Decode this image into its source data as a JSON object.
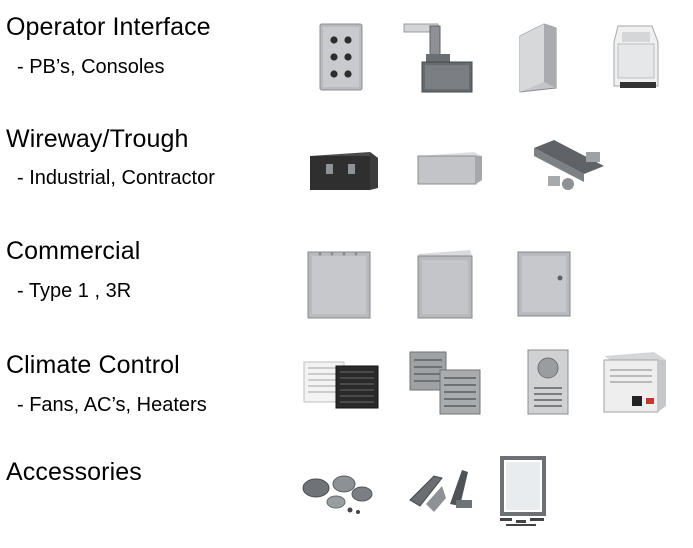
{
  "categories": [
    {
      "title": "Operator Interface",
      "subtitle": "- PB’s, Consoles"
    },
    {
      "title": "Wireway/Trough",
      "subtitle": "- Industrial, Contractor"
    },
    {
      "title": "Commercial",
      "subtitle": "- Type 1 , 3R"
    },
    {
      "title": "Climate Control",
      "subtitle": "- Fans, AC’s, Heaters"
    },
    {
      "title": "Accessories",
      "subtitle": ""
    }
  ],
  "colors": {
    "text": "#000000",
    "metal": "#b7b9bc",
    "metal_dark": "#7c7f83",
    "metal_light": "#dfe1e3",
    "black": "#2b2b2b",
    "white_panel": "#eeeeee"
  }
}
